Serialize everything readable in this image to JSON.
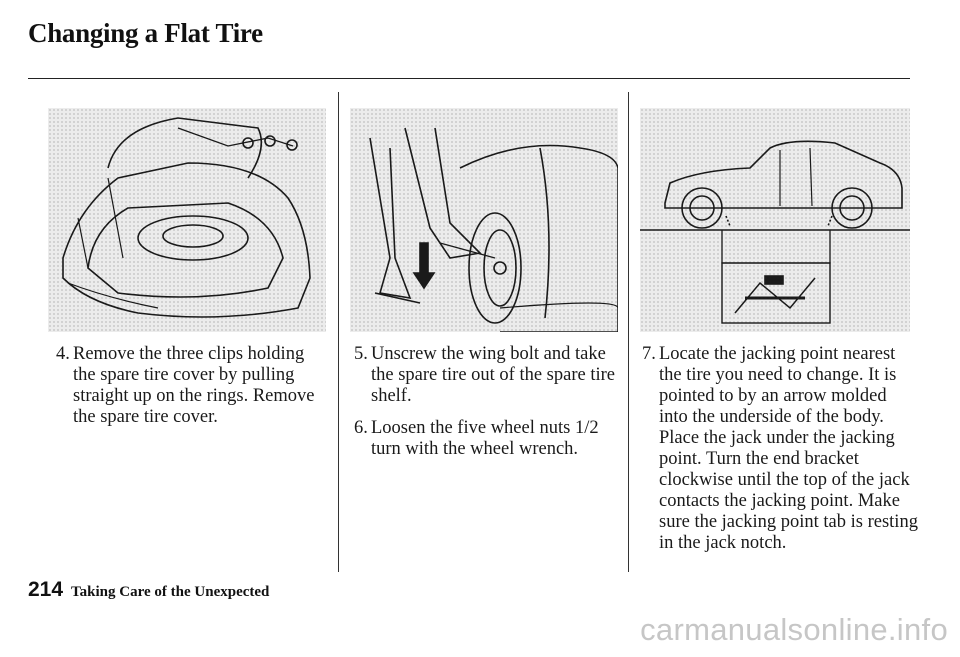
{
  "page": {
    "title": "Changing a Flat Tire",
    "page_number": "214",
    "section": "Taking Care of the Unexpected"
  },
  "steps": [
    {
      "num": "4.",
      "text": "Remove the three clips holding the spare tire cover by pulling straight up on the rings. Remove the spare tire cover."
    },
    {
      "num": "5.",
      "text": "Unscrew the wing bolt and take the spare tire out of the spare tire shelf."
    },
    {
      "num": "6.",
      "text": "Loosen the five wheel nuts 1/2 turn with the wheel wrench."
    },
    {
      "num": "7.",
      "text": "Locate the jacking point nearest the tire you need to change. It is pointed to by an arrow molded into the underside of the body. Place the jack under the jacking point. Turn the end bracket clockwise until the top of the jack contacts the jacking point. Make sure the jacking point tab is resting in the jack notch."
    }
  ],
  "watermark": "carmanualsonline.info"
}
